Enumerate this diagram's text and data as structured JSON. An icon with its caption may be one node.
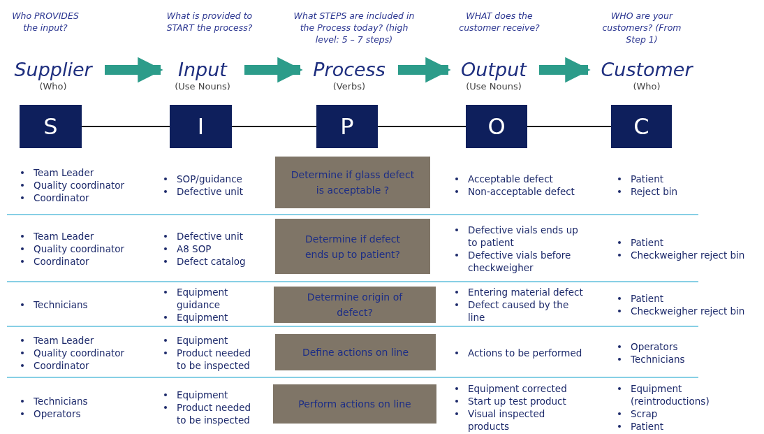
{
  "diagram": {
    "nodes": [
      {
        "text": [
          "Supplier",
          "(Who)"
        ],
        "beside": [
          "Who PROVIDES the input?"
        ]
      },
      {
        "text": [
          "Input",
          "(Use Nouns)"
        ],
        "beside": [
          "What is provided to START the process?"
        ]
      },
      {
        "text": [
          "Process",
          "(Verbs)"
        ],
        "beside": [
          "What STEPS are included in the Process today? (high level: 5 – 7 steps)"
        ]
      },
      {
        "text": [
          "Output",
          "(Use Nouns)"
        ],
        "beside": [
          "WHAT does the customer receive?"
        ]
      },
      {
        "text": [
          "Customer",
          "(Who)"
        ],
        "beside": [
          "WHO are your customers? (From Step 1)"
        ]
      },
      {
        "text": [
          "S"
        ]
      },
      {
        "text": [
          "I"
        ]
      },
      {
        "text": [
          "P"
        ]
      },
      {
        "text": [
          "O"
        ]
      },
      {
        "text": [
          "C"
        ]
      },
      {
        "text": [
          "Determine if glass defect is acceptable ?"
        ]
      },
      {
        "text": [
          "Determine if defect ends up to patient?"
        ]
      },
      {
        "text": [
          "Determine origin of defect?"
        ]
      },
      {
        "text": [
          "Define actions on line"
        ]
      },
      {
        "text": [
          "Perform actions on line"
        ]
      }
    ],
    "edges": [
      {
        "from": 0,
        "to": 1,
        "arrow": "to",
        "style": "thick"
      },
      {
        "from": 1,
        "to": 2,
        "arrow": "to",
        "style": "thick"
      },
      {
        "from": 2,
        "to": 3,
        "arrow": "to",
        "style": "thick"
      },
      {
        "from": 3,
        "to": 4,
        "arrow": "to",
        "style": "thick"
      },
      {
        "from": 5,
        "to": 6,
        "arrow": "none",
        "color": "#111111"
      },
      {
        "from": 6,
        "to": 7,
        "arrow": "none",
        "color": "#111111"
      },
      {
        "from": 7,
        "to": 8,
        "arrow": "none",
        "color": "#111111"
      },
      {
        "from": 8,
        "to": 9,
        "arrow": "none",
        "color": "#111111"
      }
    ],
    "labels": [
      "Team Leader",
      "Quality coordinator",
      "Coordinator",
      "SOP/guidance",
      "Defective unit",
      "Acceptable defect",
      "Non-acceptable defect",
      "Patient",
      "Reject bin",
      "Team Leader",
      "Quality coordinator",
      "Coordinator",
      "Defective unit",
      "A8 SOP",
      "Defect catalog",
      "Defective vials ends up to patient",
      "Defective vials before checkweigher",
      "Patient",
      "Checkweigher reject bin",
      "Technicians",
      "Equipment guidance",
      "Equipment",
      "Entering material defect",
      "Defect caused by the line",
      "Patient",
      "Checkweigher reject bin",
      "Team Leader",
      "Quality coordinator",
      "Coordinator",
      "Equipment",
      "Product needed to be inspected",
      "Actions to be performed",
      "Operators",
      "Technicians",
      "Technicians",
      "Operators",
      "Equipment",
      "Product needed to be inspected",
      "Equipment corrected",
      "Start up test product",
      "Visual inspected products",
      "Equipment (reintroductions)",
      "Scrap",
      "Patient"
    ]
  }
}
